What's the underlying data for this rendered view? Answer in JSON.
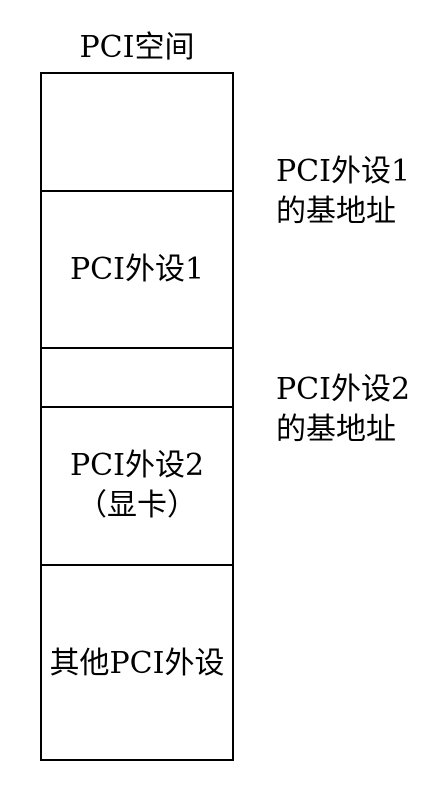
{
  "title": "PCI空间",
  "regions": [
    {
      "label": ""
    },
    {
      "label": "PCI外设1"
    },
    {
      "label": ""
    },
    {
      "label": "PCI外设2\n（显卡）"
    },
    {
      "label": "其他PCI外设"
    }
  ],
  "base_address_labels": [
    {
      "line1": "PCI外设1",
      "line2": "的基地址"
    },
    {
      "line1": "PCI外设2",
      "line2": "的基地址"
    }
  ]
}
